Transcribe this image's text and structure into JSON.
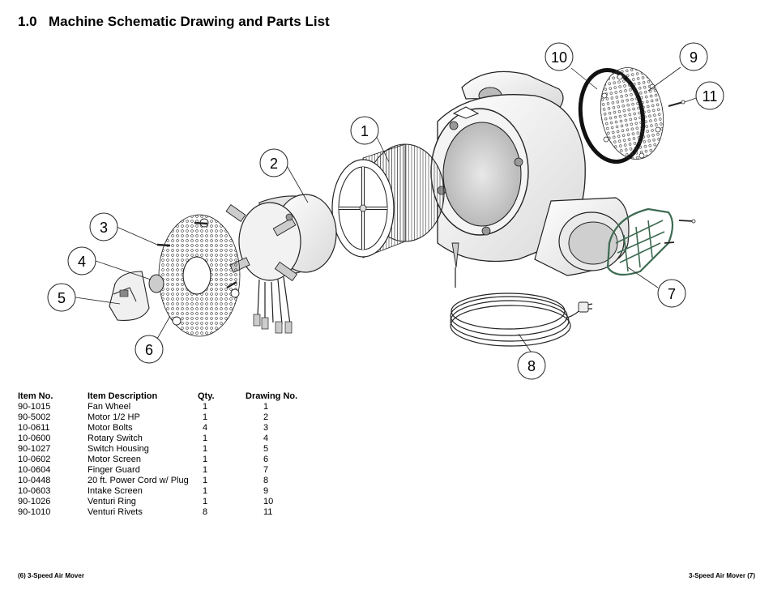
{
  "document": {
    "section_number": "1.0",
    "section_title": "Machine Schematic Drawing and Parts List"
  },
  "callouts": [
    "1",
    "2",
    "3",
    "4",
    "5",
    "6",
    "7",
    "8",
    "9",
    "10",
    "11"
  ],
  "parts_table": {
    "headers": {
      "item_no": "Item No.",
      "item_description": "Item Description",
      "qty": "Qty.",
      "drawing_no": "Drawing No."
    },
    "rows": [
      {
        "item_no": "90-1015",
        "item_description": "Fan Wheel",
        "qty": "1",
        "drawing_no": "1"
      },
      {
        "item_no": "90-5002",
        "item_description": "Motor 1/2 HP",
        "qty": "1",
        "drawing_no": "2"
      },
      {
        "item_no": "10-0611",
        "item_description": "Motor Bolts",
        "qty": "4",
        "drawing_no": "3"
      },
      {
        "item_no": "10-0600",
        "item_description": "Rotary Switch",
        "qty": "1",
        "drawing_no": "4"
      },
      {
        "item_no": "90-1027",
        "item_description": "Switch Housing",
        "qty": "1",
        "drawing_no": "5"
      },
      {
        "item_no": "10-0602",
        "item_description": "Motor Screen",
        "qty": "1",
        "drawing_no": "6"
      },
      {
        "item_no": "10-0604",
        "item_description": "Finger Guard",
        "qty": "1",
        "drawing_no": "7"
      },
      {
        "item_no": "10-0448",
        "item_description": "20 ft. Power Cord w/ Plug",
        "qty": "1",
        "drawing_no": "8"
      },
      {
        "item_no": "10-0603",
        "item_description": "Intake Screen",
        "qty": "1",
        "drawing_no": "9"
      },
      {
        "item_no": "90-1026",
        "item_description": "Venturi Ring",
        "qty": "1",
        "drawing_no": "10"
      },
      {
        "item_no": "90-1010",
        "item_description": "Venturi Rivets",
        "qty": "8",
        "drawing_no": "11"
      }
    ]
  },
  "footer": {
    "left": "(6) 3-Speed Air Mover",
    "right": "3-Speed Air Mover (7)"
  },
  "colors": {
    "line": "#222222",
    "part_fill": "#f2f2f2",
    "shade": "#c8c8c8",
    "guard_green": "#3d6b52"
  }
}
